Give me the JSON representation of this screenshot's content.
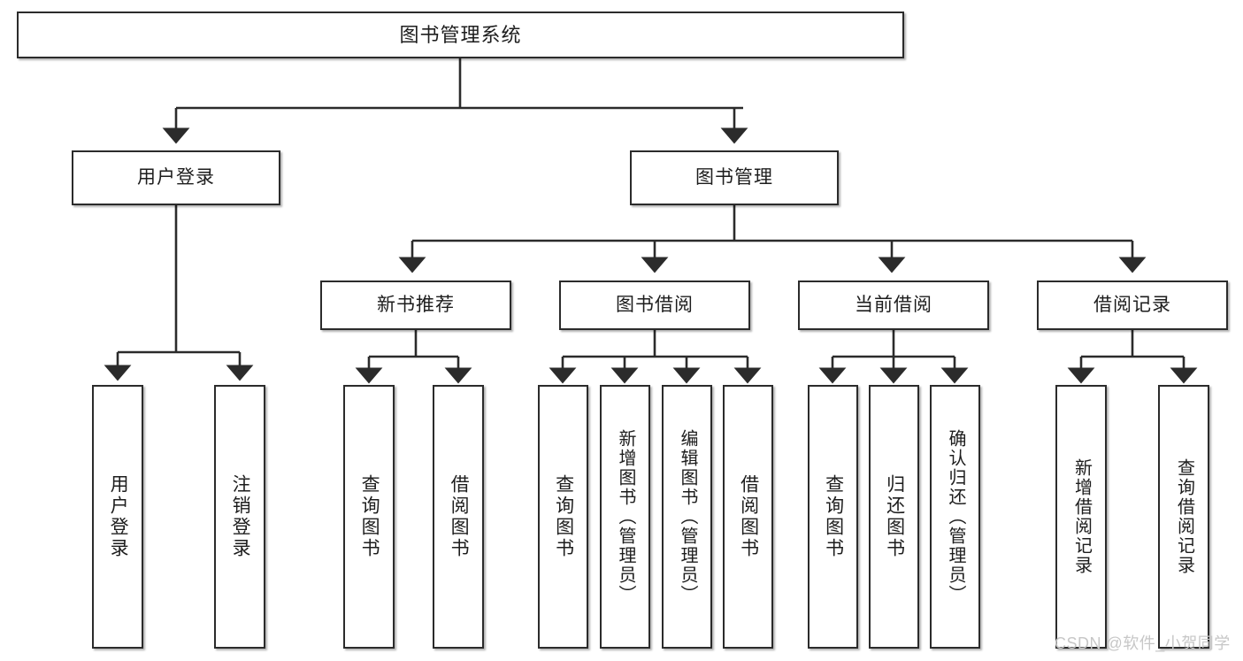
{
  "diagram": {
    "type": "tree-hierarchy",
    "title": "图书管理系统",
    "watermark": "CSDN @软件_小贺同学",
    "colors": {
      "box_border": "#2b2b2b",
      "box_fill": "#ffffff",
      "connector": "#2b2b2b",
      "watermark": "#c7c7c7"
    },
    "root": {
      "label": "图书管理系统"
    },
    "level2": [
      {
        "label": "用户登录"
      },
      {
        "label": "图书管理"
      }
    ],
    "level3": [
      {
        "label": "新书推荐"
      },
      {
        "label": "图书借阅"
      },
      {
        "label": "当前借阅"
      },
      {
        "label": "借阅记录"
      }
    ],
    "leaves": {
      "user_login": [
        {
          "label": "用户登录"
        },
        {
          "label": "注销登录"
        }
      ],
      "new_book": [
        {
          "label": "查询图书"
        },
        {
          "label": "借阅图书"
        }
      ],
      "book_borrow": [
        {
          "label": "查询图书"
        },
        {
          "label": "新增图书（管理员）"
        },
        {
          "label": "编辑图书（管理员）"
        },
        {
          "label": "借阅图书"
        }
      ],
      "current_borrow": [
        {
          "label": "查询图书"
        },
        {
          "label": "归还图书"
        },
        {
          "label": "确认归还（管理员）"
        }
      ],
      "borrow_record": [
        {
          "label": "新增借阅记录"
        },
        {
          "label": "查询借阅记录"
        }
      ]
    }
  }
}
